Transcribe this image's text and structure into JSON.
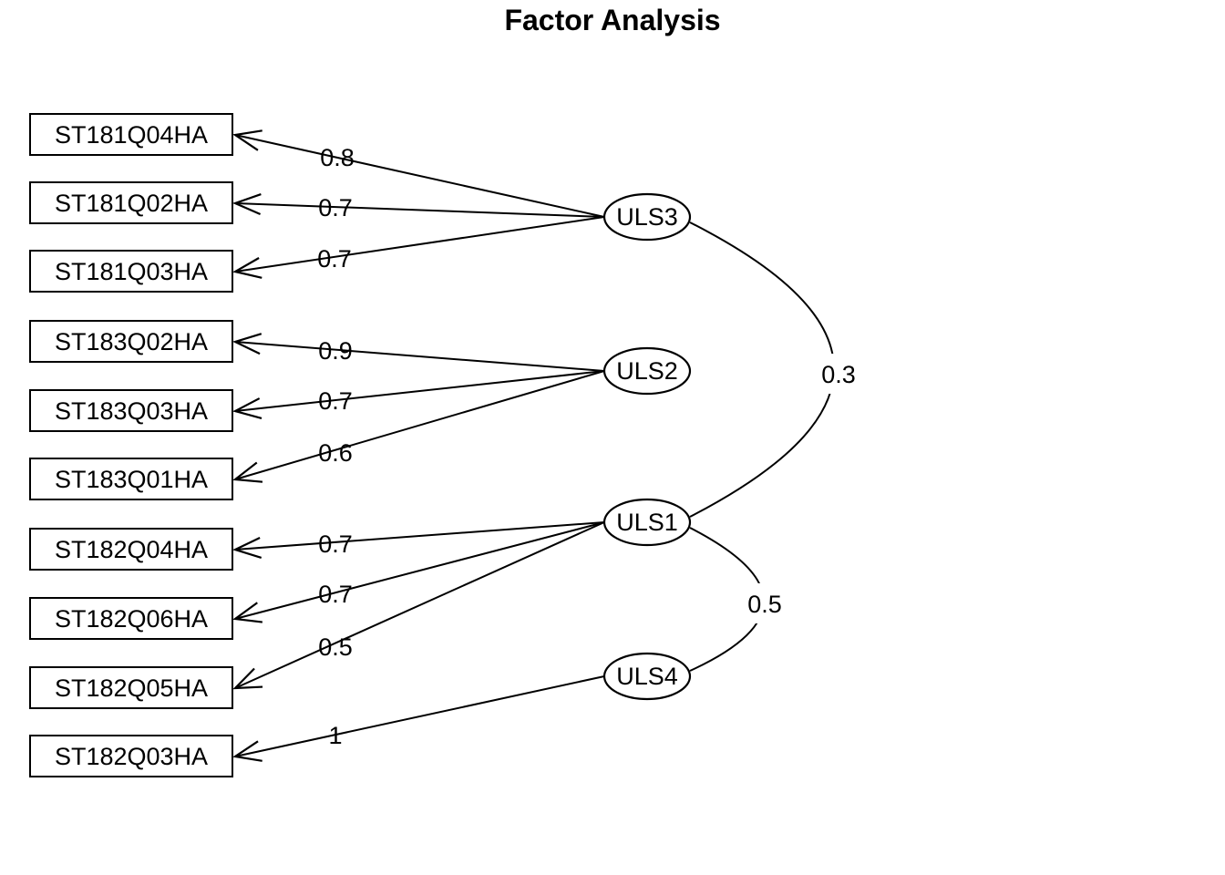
{
  "title": "Factor Analysis",
  "colors": {
    "ink": "#000000",
    "paper": "#ffffff"
  },
  "indicators": [
    {
      "label": "ST181Q04HA"
    },
    {
      "label": "ST181Q02HA"
    },
    {
      "label": "ST181Q03HA"
    },
    {
      "label": "ST183Q02HA"
    },
    {
      "label": "ST183Q03HA"
    },
    {
      "label": "ST183Q01HA"
    },
    {
      "label": "ST182Q04HA"
    },
    {
      "label": "ST182Q06HA"
    },
    {
      "label": "ST182Q05HA"
    },
    {
      "label": "ST182Q03HA"
    }
  ],
  "factors": [
    {
      "label": "ULS3"
    },
    {
      "label": "ULS2"
    },
    {
      "label": "ULS1"
    },
    {
      "label": "ULS4"
    }
  ],
  "loadings": [
    {
      "factor": "ULS3",
      "indicator": "ST181Q04HA",
      "value": "0.8"
    },
    {
      "factor": "ULS3",
      "indicator": "ST181Q02HA",
      "value": "0.7"
    },
    {
      "factor": "ULS3",
      "indicator": "ST181Q03HA",
      "value": "0.7"
    },
    {
      "factor": "ULS2",
      "indicator": "ST183Q02HA",
      "value": "0.9"
    },
    {
      "factor": "ULS2",
      "indicator": "ST183Q03HA",
      "value": "0.7"
    },
    {
      "factor": "ULS2",
      "indicator": "ST183Q01HA",
      "value": "0.6"
    },
    {
      "factor": "ULS1",
      "indicator": "ST182Q04HA",
      "value": "0.7"
    },
    {
      "factor": "ULS1",
      "indicator": "ST182Q06HA",
      "value": "0.7"
    },
    {
      "factor": "ULS1",
      "indicator": "ST182Q05HA",
      "value": "0.5"
    },
    {
      "factor": "ULS4",
      "indicator": "ST182Q03HA",
      "value": "1"
    }
  ],
  "correlations": [
    {
      "pair": "ULS3-ULS1",
      "value": "0.3"
    },
    {
      "pair": "ULS1-ULS4",
      "value": "0.5"
    }
  ]
}
